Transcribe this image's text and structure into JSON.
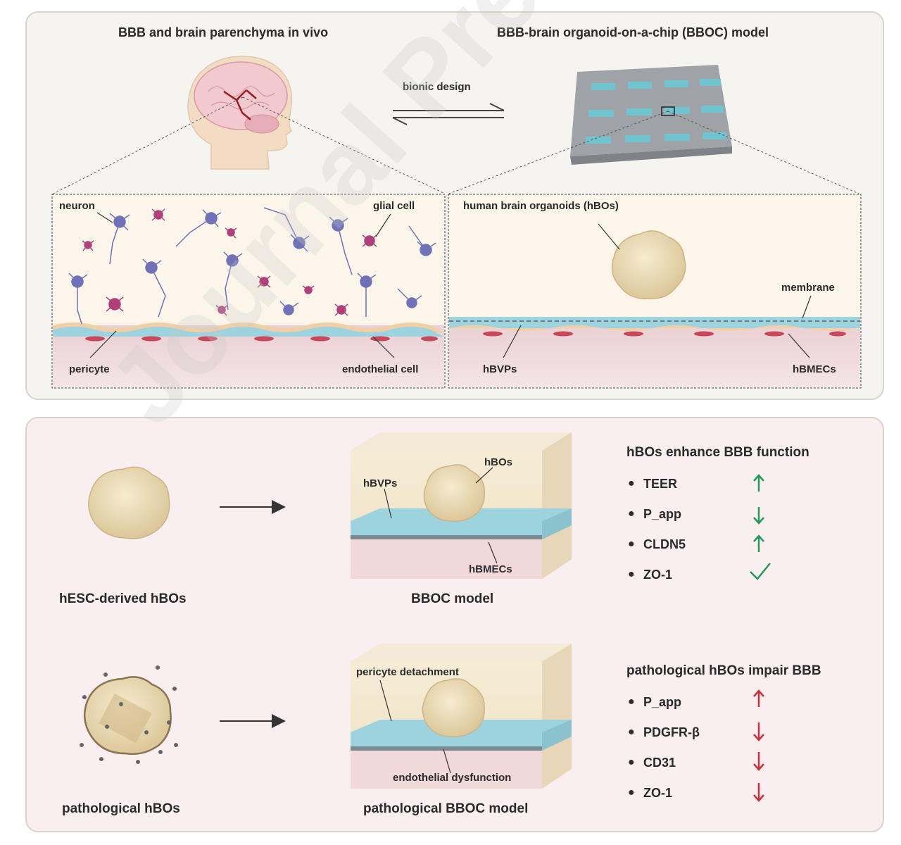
{
  "top": {
    "left_title": "BBB and brain parenchyma in vivo",
    "right_title": "BBB-brain organoid-on-a-chip (BBOC) model",
    "bionic_label": "bionic design",
    "left_labels": {
      "neuron": "neuron",
      "glial": "glial cell",
      "pericyte": "pericyte",
      "endothelial": "endothelial cell"
    },
    "right_labels": {
      "hbos": "human brain organoids (hBOs)",
      "membrane": "membrane",
      "hbvps": "hBVPs",
      "hbmecs": "hBMECs"
    }
  },
  "bottom": {
    "row1": {
      "left_caption": "hESC-derived hBOs",
      "model_caption": "BBOC model",
      "labels": {
        "hbos": "hBOs",
        "hbvps": "hBVPs",
        "hbmecs": "hBMECs"
      },
      "list_title": "hBOs enhance BBB function",
      "items": [
        {
          "name": "TEER",
          "indicator": "up",
          "color": "#1f9a5a"
        },
        {
          "name": "P_app",
          "indicator": "down",
          "color": "#1f9a5a"
        },
        {
          "name": "CLDN5",
          "indicator": "up",
          "color": "#1f9a5a"
        },
        {
          "name": "ZO-1",
          "indicator": "check",
          "color": "#1f9a5a"
        }
      ]
    },
    "row2": {
      "left_caption": "pathological hBOs",
      "model_caption": "pathological BBOC model",
      "labels": {
        "pericyte_detach": "pericyte detachment",
        "endo_dys": "endothelial dysfunction"
      },
      "list_title": "pathological hBOs impair BBB",
      "items": [
        {
          "name": "P_app",
          "indicator": "up",
          "color": "#d0303a"
        },
        {
          "name": "PDGFR-β",
          "indicator": "down",
          "color": "#d0303a"
        },
        {
          "name": "CD31",
          "indicator": "down",
          "color": "#d0303a"
        },
        {
          "name": "ZO-1",
          "indicator": "down",
          "color": "#d0303a"
        }
      ]
    }
  },
  "watermark": "Journal Pre-proof",
  "colors": {
    "neuron": "#6f72b8",
    "glial": "#b0407a",
    "organoid": "#e8d8b0",
    "endothelium": "#9cd3df",
    "tissue": "#f1d6d8"
  }
}
